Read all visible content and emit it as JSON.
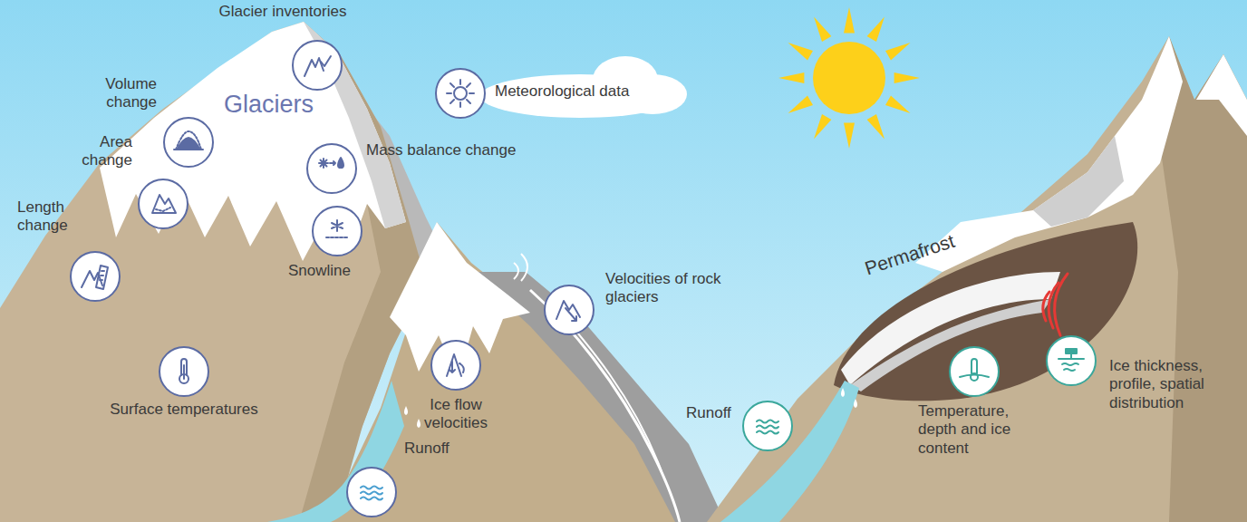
{
  "diagram": {
    "nodes": [
      {
        "text": [
          "Glacier inventories"
        ]
      },
      {
        "text": [
          "Meteorological data"
        ]
      },
      {
        "text": [
          "Volume change"
        ]
      },
      {
        "text": [
          "Mass balance change"
        ]
      },
      {
        "text": [
          "Area change"
        ]
      },
      {
        "text": [
          "Snowline"
        ]
      },
      {
        "text": [
          "Length change"
        ]
      },
      {
        "text": [
          "Velocities of rock glaciers"
        ]
      },
      {
        "text": [
          "Ice flow velocities"
        ]
      },
      {
        "text": [
          "Surface temperatures"
        ]
      },
      {
        "text": [
          "Runoff"
        ]
      },
      {
        "text": [
          "Runoff"
        ]
      },
      {
        "text": [
          "Temperature, depth and ice content"
        ]
      },
      {
        "text": [
          "Ice thickness, profile, spatial distribution"
        ]
      }
    ],
    "labels": [
      "Glaciers",
      "Permafrost"
    ]
  }
}
